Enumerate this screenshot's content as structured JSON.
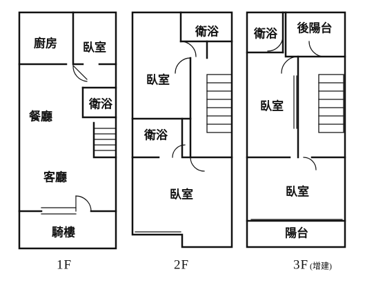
{
  "floors": [
    {
      "label": "1F",
      "note": "",
      "rooms": [
        "廚房",
        "臥室",
        "衛浴",
        "餐廳",
        "客廳",
        "騎樓"
      ]
    },
    {
      "label": "2F",
      "note": "",
      "rooms": [
        "衛浴",
        "臥室",
        "衛浴",
        "臥室"
      ]
    },
    {
      "label": "3F",
      "note": "(增建)",
      "rooms": [
        "衛浴",
        "後陽台",
        "臥室",
        "臥室",
        "陽台"
      ]
    }
  ]
}
